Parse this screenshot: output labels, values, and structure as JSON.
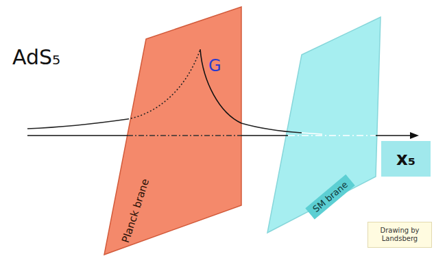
{
  "diagram": {
    "nodes": [
      {
        "text": [
          "Planck brane"
        ]
      },
      {
        "text": [
          "SM brane"
        ]
      },
      {
        "text": [
          "x₅"
        ]
      },
      {
        "text": [
          "Drawing by Landsberg"
        ]
      }
    ],
    "labels": [
      "AdS₅",
      "G"
    ]
  }
}
